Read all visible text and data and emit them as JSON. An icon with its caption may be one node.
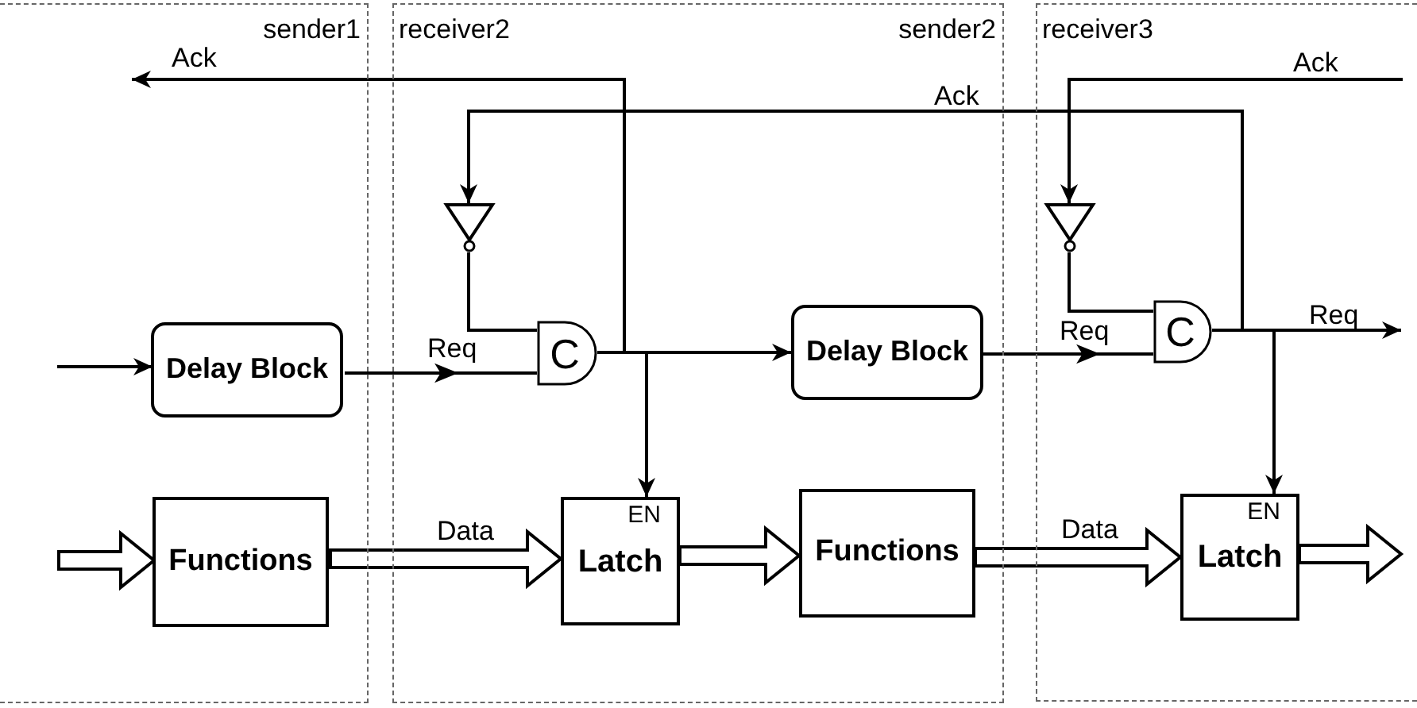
{
  "diagram": {
    "nodes": [
      {
        "text": [
          "sender1"
        ]
      },
      {
        "text": [
          "Delay Block"
        ],
        "in": 0
      },
      {
        "text": [
          "Functions"
        ],
        "in": 0
      },
      {
        "text": [
          "receiver2",
          "sender2"
        ]
      },
      {
        "text": [],
        "shape": "triangle",
        "in": 3
      },
      {
        "text": [
          "C"
        ],
        "in": 3
      },
      {
        "text": [
          "EN",
          "Latch"
        ],
        "in": 3
      },
      {
        "text": [
          "Delay Block"
        ],
        "in": 3
      },
      {
        "text": [
          "Functions"
        ],
        "in": 3
      },
      {
        "text": [
          "receiver3"
        ]
      },
      {
        "text": [],
        "shape": "triangle",
        "in": 9
      },
      {
        "text": [
          "C"
        ],
        "in": 9
      },
      {
        "text": [
          "EN",
          "Latch"
        ],
        "in": 9
      }
    ],
    "edges": [
      {
        "from": 5,
        "to": null,
        "arrow": "to",
        "label": "Ack"
      },
      {
        "from": null,
        "to": 1,
        "arrow": "to"
      },
      {
        "from": 1,
        "to": 5,
        "arrow": "to",
        "label": "Req"
      },
      {
        "from": 4,
        "to": 5,
        "arrow": "none"
      },
      {
        "from": 11,
        "to": 4,
        "arrow": "to",
        "label": "Ack"
      },
      {
        "from": 5,
        "to": 7,
        "arrow": "to"
      },
      {
        "from": 5,
        "to": 6,
        "arrow": "to"
      },
      {
        "from": 7,
        "to": 11,
        "arrow": "to",
        "label": "Req"
      },
      {
        "from": 10,
        "to": 11,
        "arrow": "none"
      },
      {
        "from": null,
        "to": 10,
        "arrow": "to",
        "label": "Ack"
      },
      {
        "from": 11,
        "to": null,
        "arrow": "to",
        "label": "Req"
      },
      {
        "from": 11,
        "to": 12,
        "arrow": "to"
      },
      {
        "from": null,
        "to": 2,
        "arrow": "to",
        "style": "thick"
      },
      {
        "from": 2,
        "to": 6,
        "arrow": "to",
        "style": "thick",
        "label": "Data"
      },
      {
        "from": 6,
        "to": 8,
        "arrow": "to",
        "style": "thick"
      },
      {
        "from": 8,
        "to": 12,
        "arrow": "to",
        "style": "thick",
        "label": "Data"
      },
      {
        "from": 12,
        "to": null,
        "arrow": "to",
        "style": "thick"
      }
    ]
  }
}
